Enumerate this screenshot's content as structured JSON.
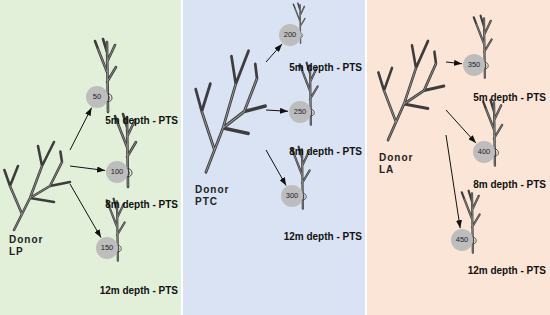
{
  "diagram": {
    "nodes": [
      {
        "text": [
          "Donor LP"
        ]
      },
      {
        "text": [
          "50"
        ]
      },
      {
        "text": [
          "100"
        ]
      },
      {
        "text": [
          "150"
        ]
      },
      {
        "text": [
          "Donor PTC"
        ]
      },
      {
        "text": [
          "200"
        ]
      },
      {
        "text": [
          "250"
        ]
      },
      {
        "text": [
          "300"
        ]
      },
      {
        "text": [
          "Donor LA"
        ]
      },
      {
        "text": [
          "350"
        ]
      },
      {
        "text": [
          "400"
        ]
      },
      {
        "text": [
          "450"
        ]
      }
    ],
    "edges": [
      {
        "from": 0,
        "to": 1,
        "arrow": "to"
      },
      {
        "from": 0,
        "to": 2,
        "arrow": "to"
      },
      {
        "from": 0,
        "to": 3,
        "arrow": "to"
      },
      {
        "from": 4,
        "to": 5,
        "arrow": "to"
      },
      {
        "from": 4,
        "to": 6,
        "arrow": "to"
      },
      {
        "from": 4,
        "to": 7,
        "arrow": "to"
      },
      {
        "from": 8,
        "to": 9,
        "arrow": "to"
      },
      {
        "from": 8,
        "to": 10,
        "arrow": "to"
      },
      {
        "from": 8,
        "to": 11,
        "arrow": "to"
      }
    ],
    "labels": [
      "5m depth - PTS",
      "8m depth - PTS",
      "12m depth - PTS",
      "5m depth - PTS",
      "8m depth - PTS",
      "12m depth - PTS",
      "5m depth - PTS",
      "8m depth - PTS",
      "12m depth - PTS"
    ]
  }
}
